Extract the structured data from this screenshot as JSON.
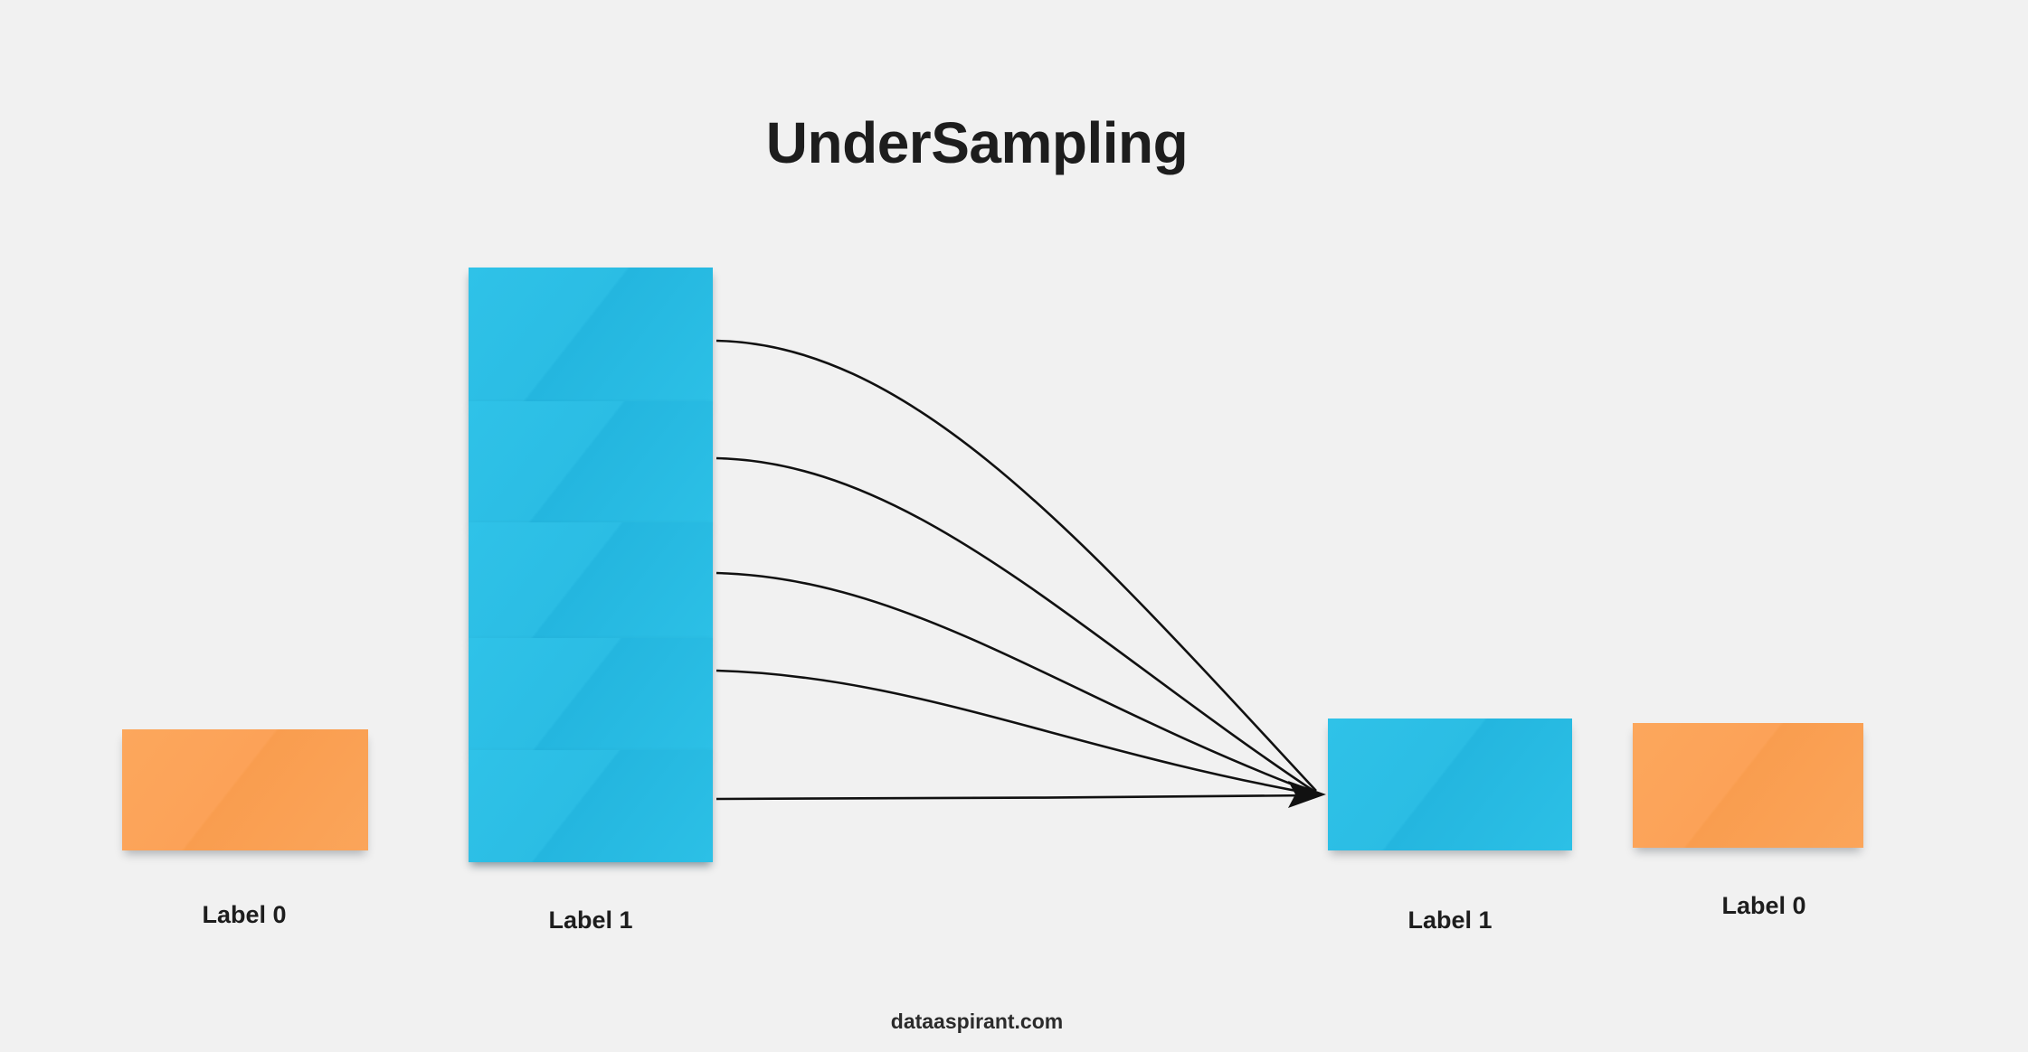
{
  "page": {
    "title": "UnderSampling",
    "footer": "dataaspirant.com",
    "background_color": "#f1f1f1",
    "text_color": "#1d1d1d"
  },
  "colors": {
    "majority_class": "#29bce4",
    "minority_class": "#fba453",
    "arrow": "#111111",
    "background": "#f1f1f1"
  },
  "diagram": {
    "type": "undersampling-illustration",
    "before": {
      "minority": {
        "label": "Label 0",
        "color": "#fba453",
        "count": 1
      },
      "majority": {
        "label": "Label 1",
        "color": "#29bce4",
        "count": 5
      }
    },
    "after": {
      "majority_reduced": {
        "label": "Label 1",
        "color": "#29bce4",
        "count": 1
      },
      "minority": {
        "label": "Label 0",
        "color": "#fba453",
        "count": 1
      }
    },
    "arrows": {
      "count": 5,
      "description": "five majority samples converge into one"
    }
  }
}
